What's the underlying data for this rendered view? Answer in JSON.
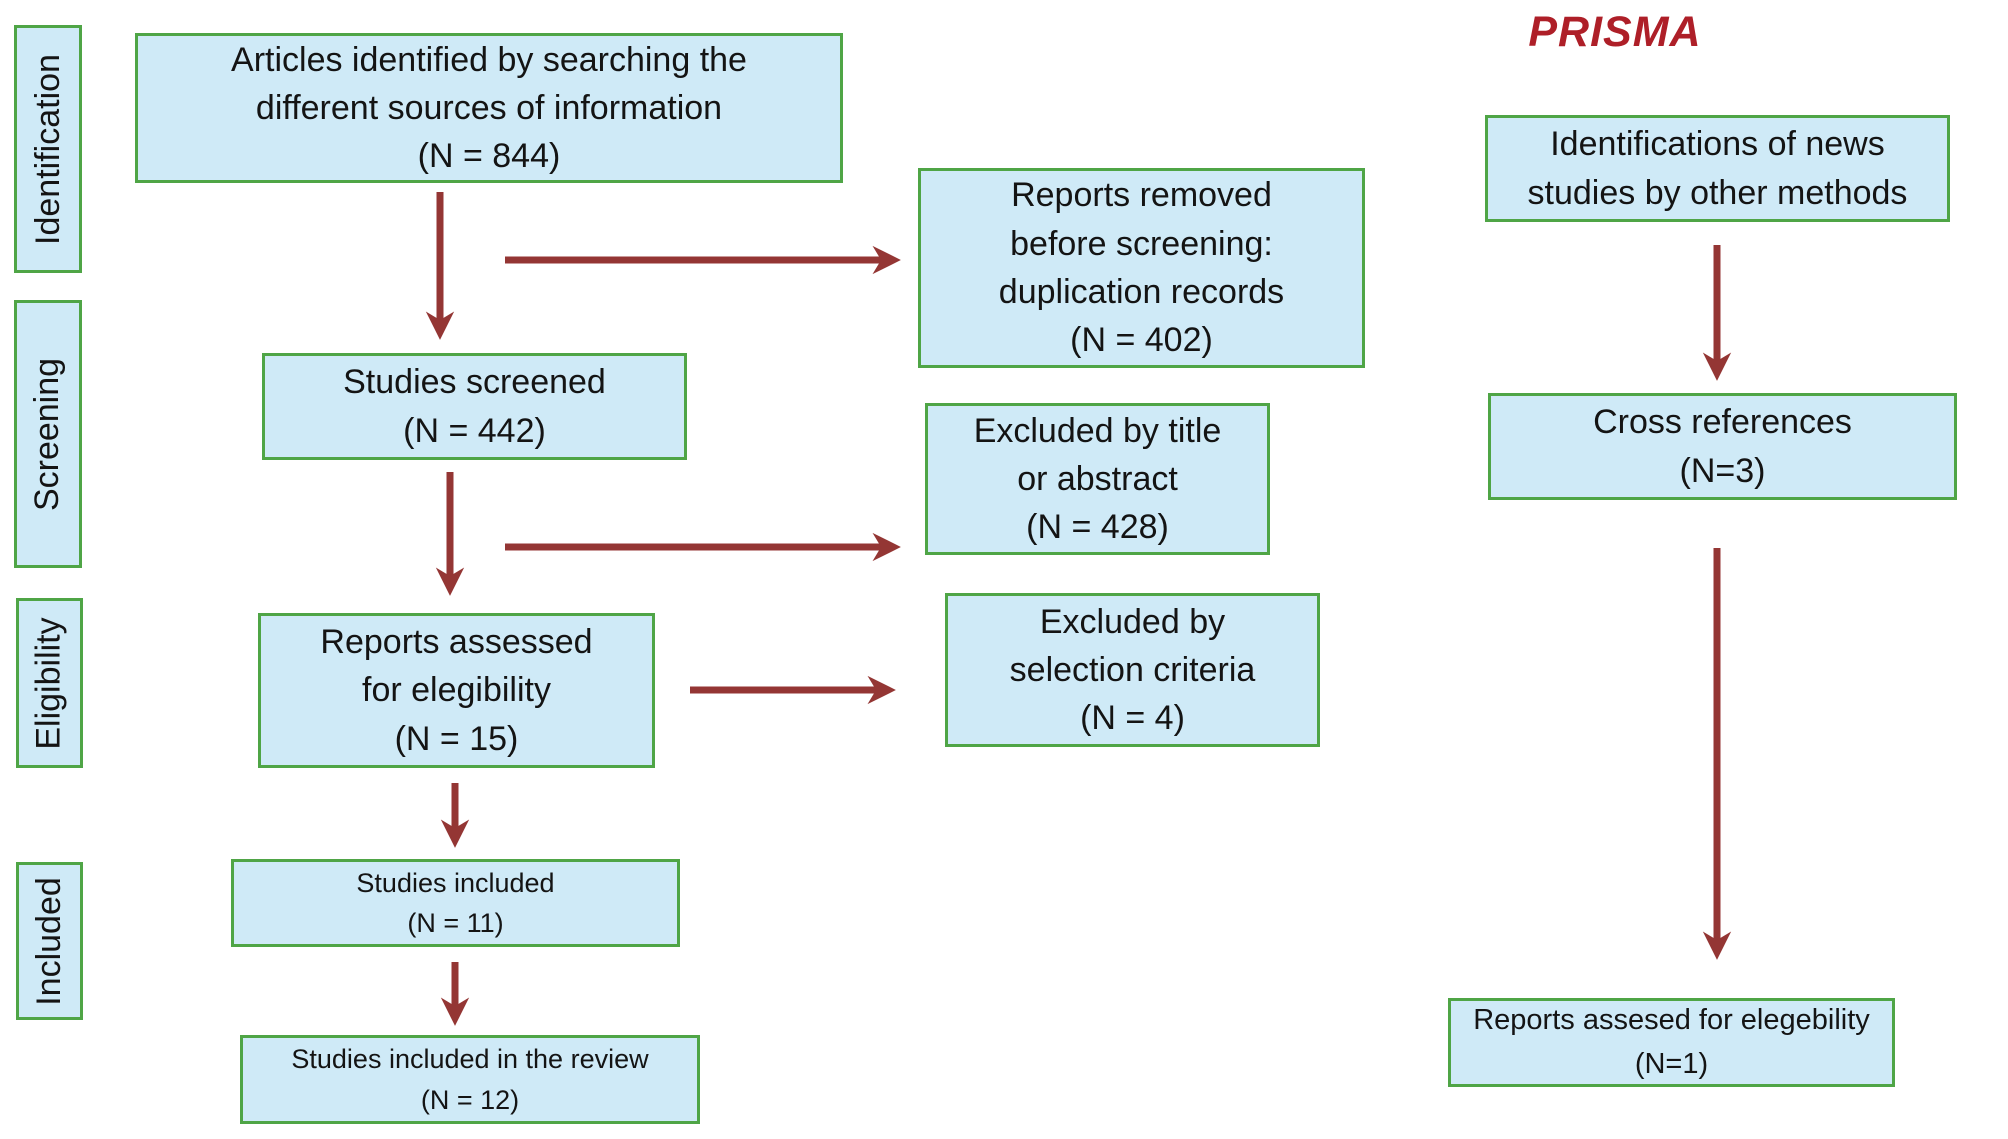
{
  "title": "PRISMA",
  "colors": {
    "box_fill": "#cfeaf7",
    "box_border": "#4fa546",
    "arrow": "#943634",
    "prisma_red": "#ae1f28"
  },
  "sidebar": {
    "stages": [
      {
        "label": "Identification"
      },
      {
        "label": "Screening"
      },
      {
        "label": "Eligibility"
      },
      {
        "label": "Included"
      }
    ]
  },
  "main_flow": {
    "articles_identified": {
      "lines": [
        "Articles identified by searching the",
        "different sources of information",
        "(N = 844)"
      ]
    },
    "studies_screened": {
      "lines": [
        "Studies screened",
        "(N = 442)"
      ]
    },
    "reports_assessed": {
      "lines": [
        "Reports assessed",
        "for elegibility",
        "(N = 15)"
      ]
    },
    "studies_included": {
      "lines": [
        "Studies included",
        "(N = 11)"
      ]
    },
    "studies_included_review": {
      "lines": [
        "Studies included in the review",
        "(N = 12)"
      ]
    }
  },
  "exclusion_flow": {
    "reports_removed": {
      "lines": [
        "Reports removed",
        "before screening:",
        "duplication records",
        "(N = 402)"
      ]
    },
    "excluded_title": {
      "lines": [
        "Excluded by title",
        "or abstract",
        "(N = 428)"
      ]
    },
    "excluded_selection": {
      "lines": [
        "Excluded by",
        "selection criteria",
        "(N = 4)"
      ]
    }
  },
  "other_methods_flow": {
    "identifications_other": {
      "lines": [
        "Identifications of news",
        "studies by other methods"
      ]
    },
    "cross_references": {
      "lines": [
        "Cross references",
        "(N=3)"
      ]
    },
    "reports_assesed": {
      "lines": [
        "Reports assesed for elegebility",
        "(N=1)"
      ]
    }
  }
}
